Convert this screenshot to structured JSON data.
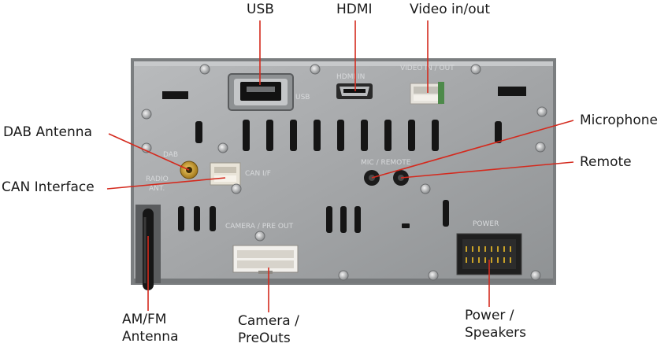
{
  "callouts": {
    "usb": "USB",
    "hdmi": "HDMI",
    "video": "Video in/out",
    "microphone": "Microphone",
    "remote": "Remote",
    "dab": "DAB Antenna",
    "can": "CAN Interface",
    "amfm_line1": "AM/FM",
    "amfm_line2": "Antenna",
    "camera_line1": "Camera /",
    "camera_line2": "PreOuts",
    "power_line1": "Power /",
    "power_line2": "Speakers"
  },
  "panel_labels": {
    "usb": "USB",
    "hdmi": "HDMI IN",
    "video": "VIDEO IN / OUT",
    "mic_remote": "MIC  /  REMOTE",
    "dab": "DAB",
    "can": "CAN I/F",
    "radio_1": "RADIO",
    "radio_2": "ANT.",
    "camera": "CAMERA / PRE OUT",
    "power": "POWER"
  },
  "colors": {
    "leader": "#d42a1e",
    "panel": "#a7a9ab",
    "panel_dark": "#7d8082",
    "slot": "#151515"
  }
}
